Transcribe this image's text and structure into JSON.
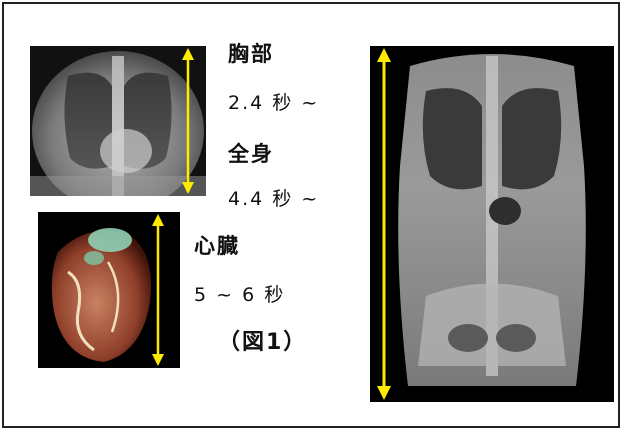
{
  "labels": {
    "chest": "胸部",
    "chest_time": "2.4 秒 ~",
    "whole_body": "全身",
    "whole_body_time": "4.4 秒 ~",
    "heart": "心臓",
    "heart_time": "5 ~ 6 秒",
    "figure": "（図1）"
  },
  "colors": {
    "arrow": "#ffeb00",
    "border": "#222222"
  },
  "images": {
    "chest": "chest-xray",
    "whole_body": "whole-body-xray",
    "heart": "heart-3d-render"
  }
}
